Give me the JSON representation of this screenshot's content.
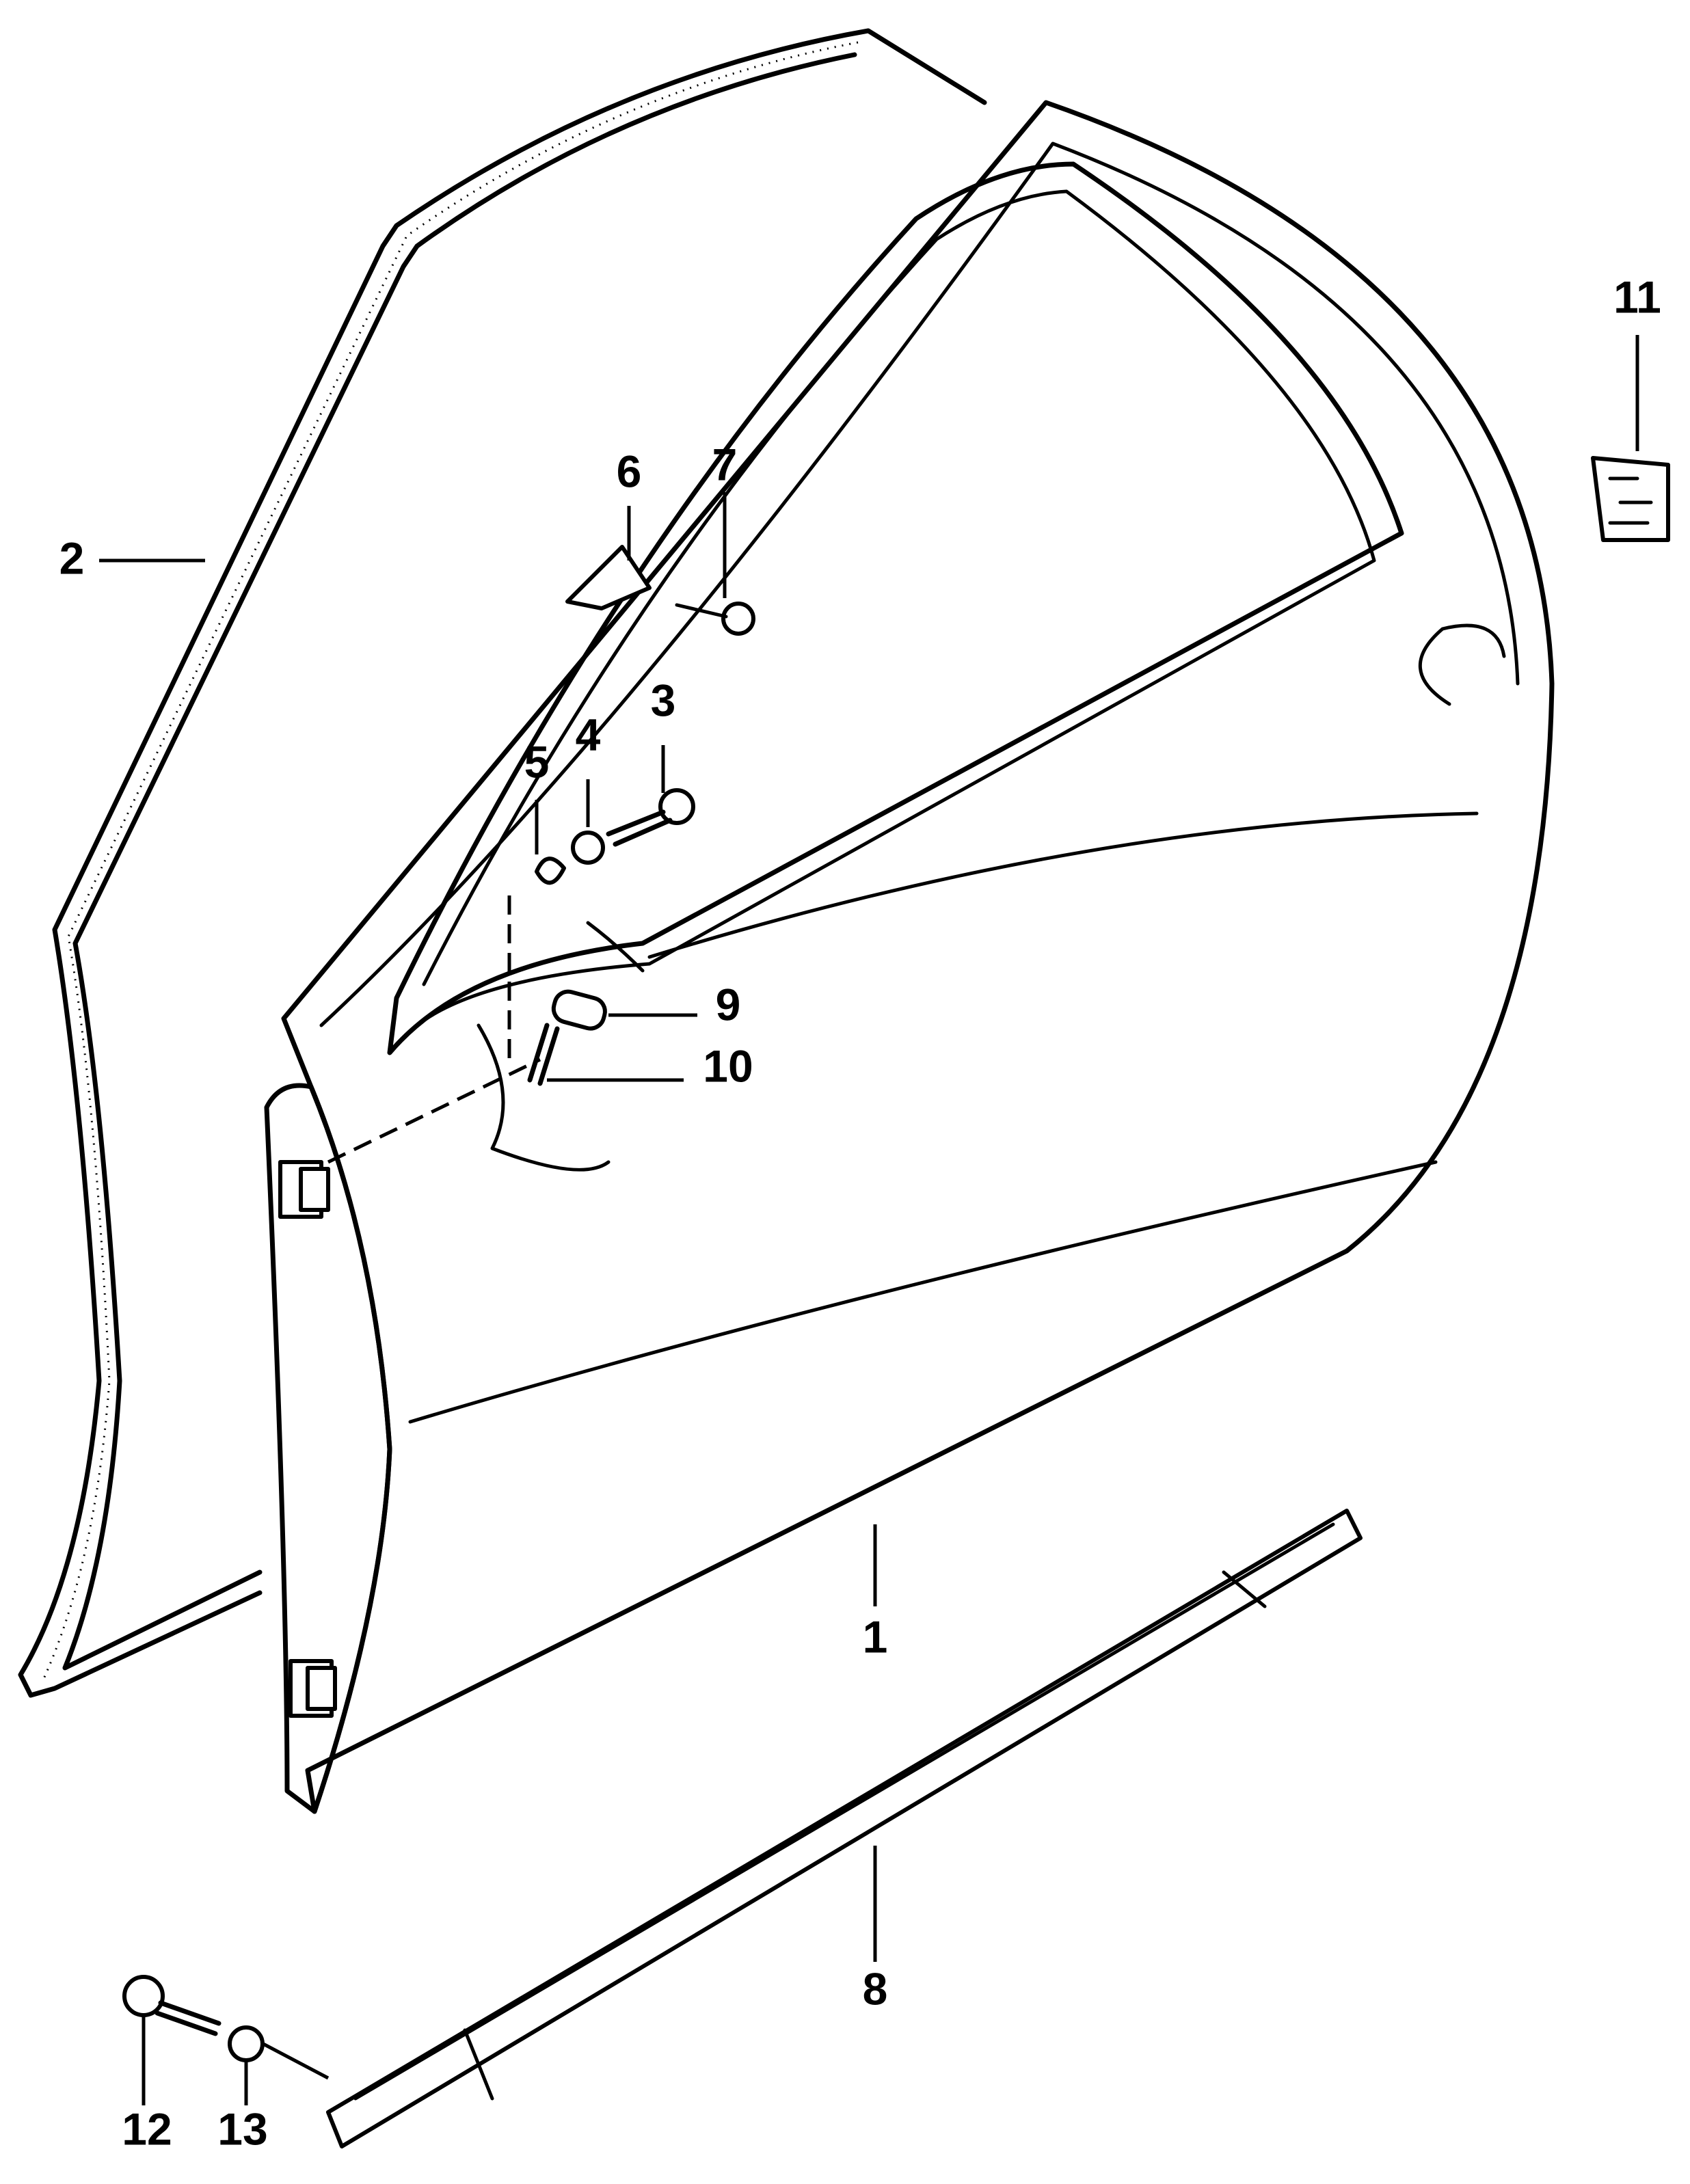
{
  "labels": {
    "l1": "1",
    "l2": "2",
    "l3": "3",
    "l4": "4",
    "l5": "5",
    "l6": "6",
    "l7": "7",
    "l8": "8",
    "l9": "9",
    "l10": "10",
    "l11": "11",
    "l12": "12",
    "l13": "13"
  }
}
